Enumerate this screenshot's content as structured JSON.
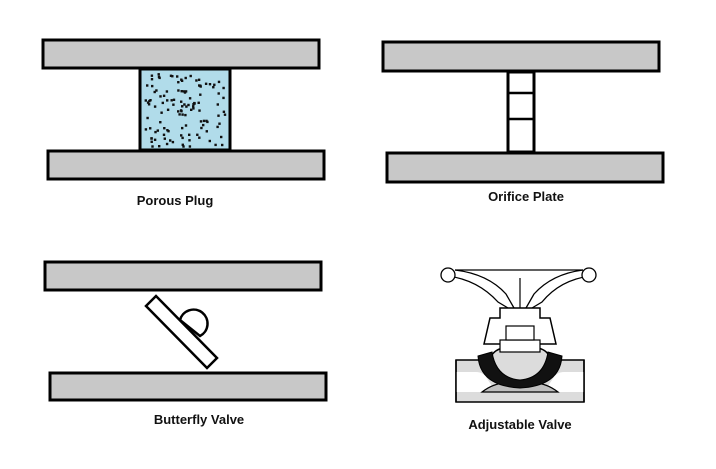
{
  "colors": {
    "pipe_fill": "#c8c8c8",
    "outline": "#000000",
    "porous_fill": "#b1dcea",
    "valve_body": "#dcdcdc",
    "background": "#ffffff"
  },
  "labels": {
    "porous_plug": "Porous Plug",
    "orifice_plate": "Orifice Plate",
    "butterfly_valve": "Butterfly Valve",
    "adjustable_valve": "Adjustable Valve"
  }
}
